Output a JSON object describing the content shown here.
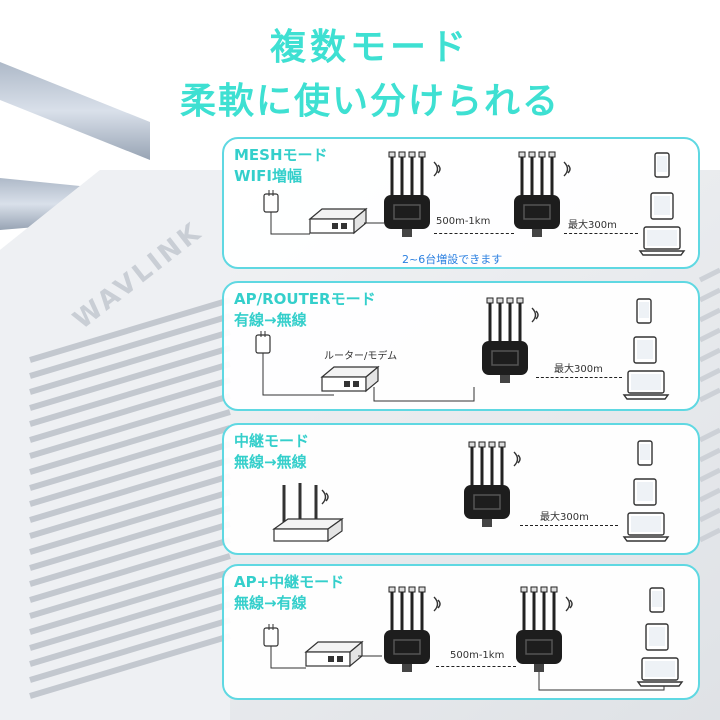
{
  "headline": {
    "line1": "複数モード",
    "line2": "柔軟に使い分けられる"
  },
  "background": {
    "brand_logo_text": "WAVLINK"
  },
  "colors": {
    "accent": "#3ee0d2",
    "panel_border": "#5fd8e2",
    "title_text": "#34cfcb",
    "note_blue": "#2a7fe0"
  },
  "modes": [
    {
      "title_line1": "MESHモード",
      "title_line2": "WIFI増幅",
      "distance_a": "500m-1km",
      "distance_b": "最大300m",
      "note": "2~6台増設できます"
    },
    {
      "title_line1": "AP/ROUTERモード",
      "title_line2": "有線→無線",
      "device_label": "ルーター/モデム",
      "distance_b": "最大300m"
    },
    {
      "title_line1": "中継モード",
      "title_line2": "無線→無線",
      "distance_b": "最大300m"
    },
    {
      "title_line1": "AP+中継モード",
      "title_line2": "無線→有線",
      "distance_a": "500m-1km"
    }
  ]
}
